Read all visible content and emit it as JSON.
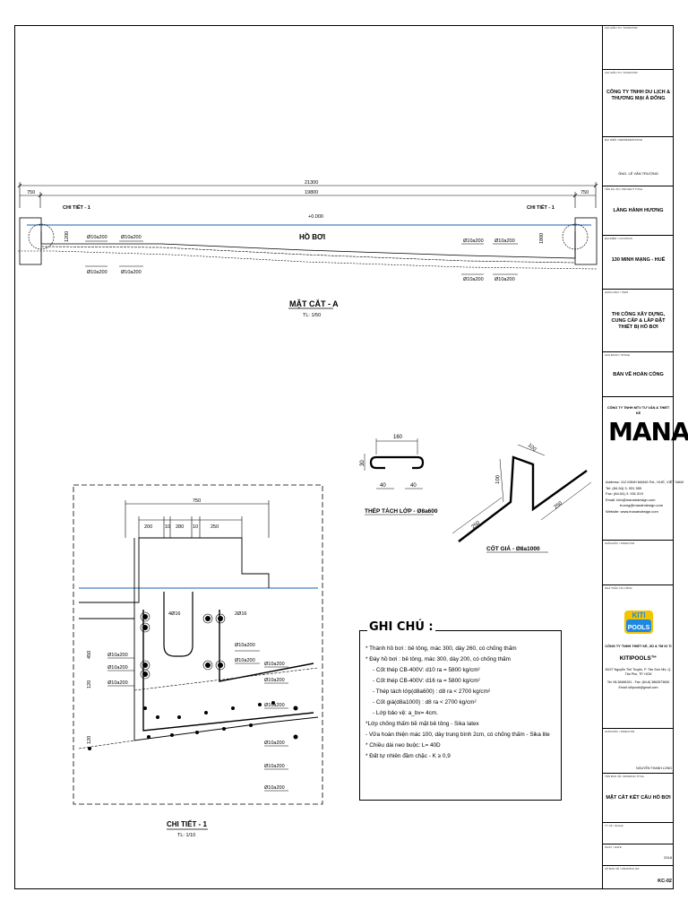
{
  "section_a": {
    "title": "MẶT CẮT - A",
    "scale": "TL: 1/50",
    "dim_total": "21300",
    "dim_inner": "19800",
    "dim_left": "750",
    "dim_right": "750",
    "pool_label": "HỒ BƠI",
    "level_tag": "+0.000",
    "detail_left": "CHI TIẾT - 1",
    "detail_right": "CHI TIẾT - 1",
    "depth_left": "1200",
    "depth_right": "1800",
    "rebar_a": "Ø10a200",
    "rebar_b": "Ø10a200"
  },
  "detail_1": {
    "title": "CHI TIẾT - 1",
    "scale": "TL: 1/10",
    "top_dims": [
      "750",
      "200",
      "10",
      "280",
      "10",
      "250"
    ],
    "label_4d16": "4Ø16",
    "label_2d16": "2Ø16",
    "rebar_label": "Ø10a200",
    "side_dims": [
      "450",
      "120",
      "120"
    ]
  },
  "spacer": {
    "title": "THÉP TÁCH LỚP - Ø8a600",
    "dims": [
      "160",
      "30",
      "40",
      "40"
    ]
  },
  "chair": {
    "title": "CỐT GIÁ - Ø8a1000",
    "dims": [
      "100",
      "100",
      "250",
      "250"
    ]
  },
  "notes": {
    "heading": "GHI CHÚ :",
    "items": [
      "* Thành hồ bơi : bê tông, mác 300, dày 260, có chống thấm",
      "* Đáy hồ bơi : bê tông, mác 300, dày 200, có chống thấm",
      "- Cốt thép CB-400V: d10 ra = 5800 kg/cm²",
      "- Cốt thép CB-400V: d16 ra = 5800 kg/cm²",
      "- Thép tách lớp(d8a600) : d8 ra < 2700 kg/cm²",
      "- Cốt giá(d8a1000) : d8 ra < 2700 kg/cm²",
      "- Lớp bảo vệ: a_bv= 4cm.",
      "*Lớp chống thấm bề mặt bê tông - Sika latex",
      "- Vữa hoàn thiện mác 100, dày trung bình 2cm, có chống thấm - Sika lite",
      "* Chiều dài neo buộc: L= 40D",
      "* Đất tự nhiên đầm chặc - K ≥ 0,9"
    ]
  },
  "title_block": {
    "l1": "CHỦ ĐẦU TƯ / INVESTOR",
    "l2": "CHỦ ĐẦU TƯ / INVESTOR",
    "company": "CÔNG TY TNHH DU LỊCH & THƯƠNG MẠI Á ĐÔNG",
    "l3": "ĐẠI DIỆN / REPRESENTATIVE",
    "rep": "ÔNG. LÊ VĂN TRƯỜNG",
    "l4": "TÊN DỰ ÁN / PROJECT TITLE",
    "project": "LÀNG HÀNH HƯƠNG",
    "l5": "ĐỊA ĐIỂM / LOCATION",
    "location": "130 MINH MẠNG - HUẾ",
    "l6": "HẠNG MỤC / ITEM",
    "item": "THI CÔNG XÂY DỰNG, CUNG CẤP & LẮP ĐẶT THIẾT BỊ HỒ BƠI",
    "l7": "GIAI ĐOẠN / STAGE",
    "stage": "BẢN VẼ HOÀN CÔNG",
    "designer_co": "CÔNG TY TNHH MTV TƯ VẤN & THIẾT KẾ",
    "manah_logo": "MANAH",
    "addr_label": "Address:",
    "addr": "112 MINH MẠNG Rd., HUẾ, VIỆT NAM",
    "tel_label": "Tel:",
    "tel": "(84-54) 3. 931 559",
    "fax_label": "Fax:",
    "fax": "(84-54) 3. 931 519",
    "email_label": "Email:",
    "email": "info@manahdesign.com",
    "email2": "truong@manahdesign.com",
    "web_label": "Website:",
    "web": "www.manahdesign.com",
    "l8": "GIÁM ĐỐC / DIRECTOR",
    "l9": "NHÀ THẦU THI CÔNG",
    "kiti_logo": "KITI POOLS",
    "kiti_co": "CÔNG TY TNHH THIẾT KẾ, XD & TM KI TI",
    "kiti_name": "KITIPOOLS™",
    "kiti_addr": "80/27 Nguyễn Thế Truyện, P. Tân Sơn Nhì, Q. Tân Phú, TP. HCM",
    "kiti_tel": "Tel: 08.38486151 - Fax: (84-8) 3862873606",
    "kiti_email": "Email: kitipools@gmail.com",
    "l10": "GIÁM ĐỐC / DIRECTOR",
    "director": "NGUYỄN THANH LONG",
    "l11": "TÊN BẢN VẼ / DRAWING TITLE",
    "drawing": "MẶT CẮT KẾT CẤU HỒ BƠI",
    "l12": "TỶ LỆ / SCALE",
    "l13": "NGÀY / DATE",
    "date": "2018",
    "l14": "SỐ BẢN VẼ / DRAWING NO.",
    "sheet_no": "KC-02"
  }
}
